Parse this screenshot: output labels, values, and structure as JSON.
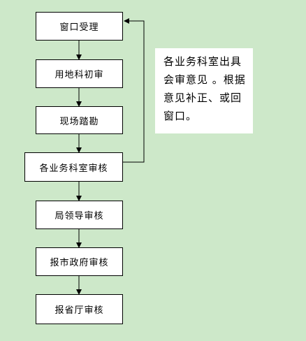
{
  "flow": {
    "steps": [
      "窗口受理",
      "用地科初审",
      "现场踏勘",
      "各业务科室审核",
      "局领导审核",
      "报市政府审核",
      "报省厅审核"
    ]
  },
  "note": {
    "text": "各业务科室出具会审意见 。根据意见补正、或回窗口。"
  },
  "colors": {
    "background": "#cde8c9",
    "box_fill": "#ffffff",
    "line": "#000000"
  }
}
